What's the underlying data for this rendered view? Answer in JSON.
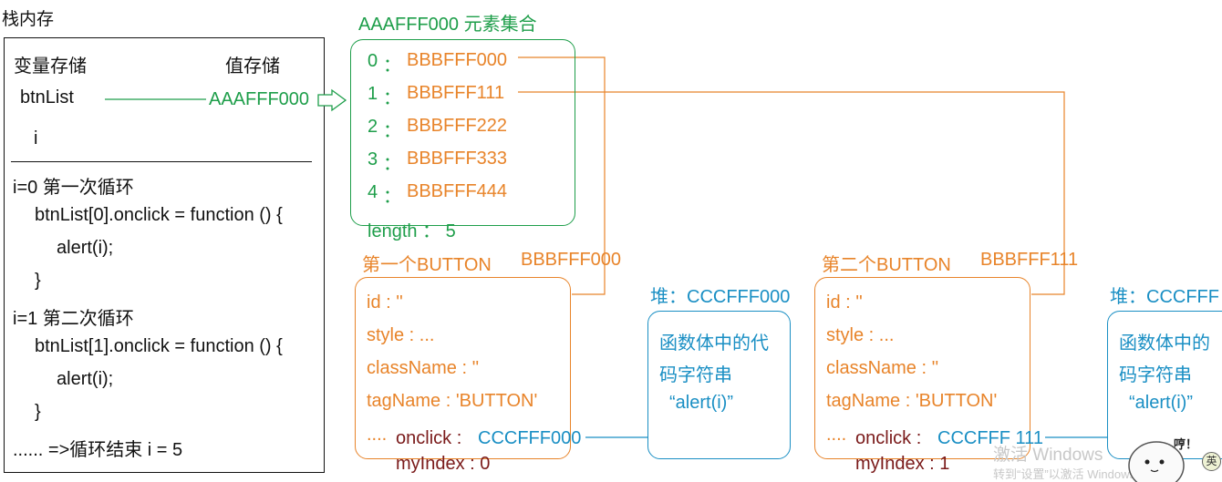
{
  "stack": {
    "title": "栈内存",
    "var_header": "变量存储",
    "val_header": "值存储",
    "var_btnlist": "btnList",
    "val_btnlist": "AAAFFF000",
    "var_i": "i",
    "code": [
      "i=0  第一次循环",
      "btnList[0].onclick = function () {",
      "alert(i);",
      "}",
      "i=1 第二次循环",
      "btnList[1].onclick = function () {",
      "alert(i);",
      "}",
      "......    =>循环结束 i = 5"
    ]
  },
  "array": {
    "title": "AAAFFF000 元素集合",
    "items": [
      {
        "index": "0",
        "sep": "：",
        "value": "BBBFFF000"
      },
      {
        "index": "1",
        "sep": "：",
        "value": "BBBFFF111"
      },
      {
        "index": "2",
        "sep": "：",
        "value": "BBBFFF222"
      },
      {
        "index": "3",
        "sep": "：",
        "value": "BBBFFF333"
      },
      {
        "index": "4",
        "sep": "：",
        "value": "BBBFFF444"
      }
    ],
    "length_label": "length  ：  5"
  },
  "button1": {
    "title": "第一个BUTTON",
    "addr": "BBBFFF000",
    "props": [
      "id : ''",
      "style : ...",
      "className : ''",
      "tagName : 'BUTTON'"
    ],
    "dots": "....",
    "onclick_label": "onclick :",
    "onclick_value": "CCCFFF000",
    "myindex": "myIndex : 0"
  },
  "button2": {
    "title": "第二个BUTTON",
    "addr": "BBBFFF111",
    "props": [
      "id : ''",
      "style : ...",
      "className : ''",
      "tagName : 'BUTTON'"
    ],
    "dots": "....",
    "onclick_label": "onclick :",
    "onclick_value": "CCCFFF 111",
    "myindex": "myIndex : 1"
  },
  "heap1": {
    "title": "堆：CCCFFF000",
    "line1": "函数体中的代",
    "line2": "码字符串",
    "line3": "“alert(i)”"
  },
  "heap2": {
    "title": "堆：CCCFFF",
    "line1": "函数体中的",
    "line2": "码字符串",
    "line3": "“alert(i)”"
  },
  "watermark": {
    "line1": "激活 Windows",
    "line2": "转到“设置”以激活 Windows。"
  },
  "sticker": {
    "text": "哼！",
    "badge": "英"
  },
  "colors": {
    "green": "#1e9e4a",
    "orange": "#e8842a",
    "blue": "#1a8fc4",
    "dark_red": "#7a1a1a"
  }
}
